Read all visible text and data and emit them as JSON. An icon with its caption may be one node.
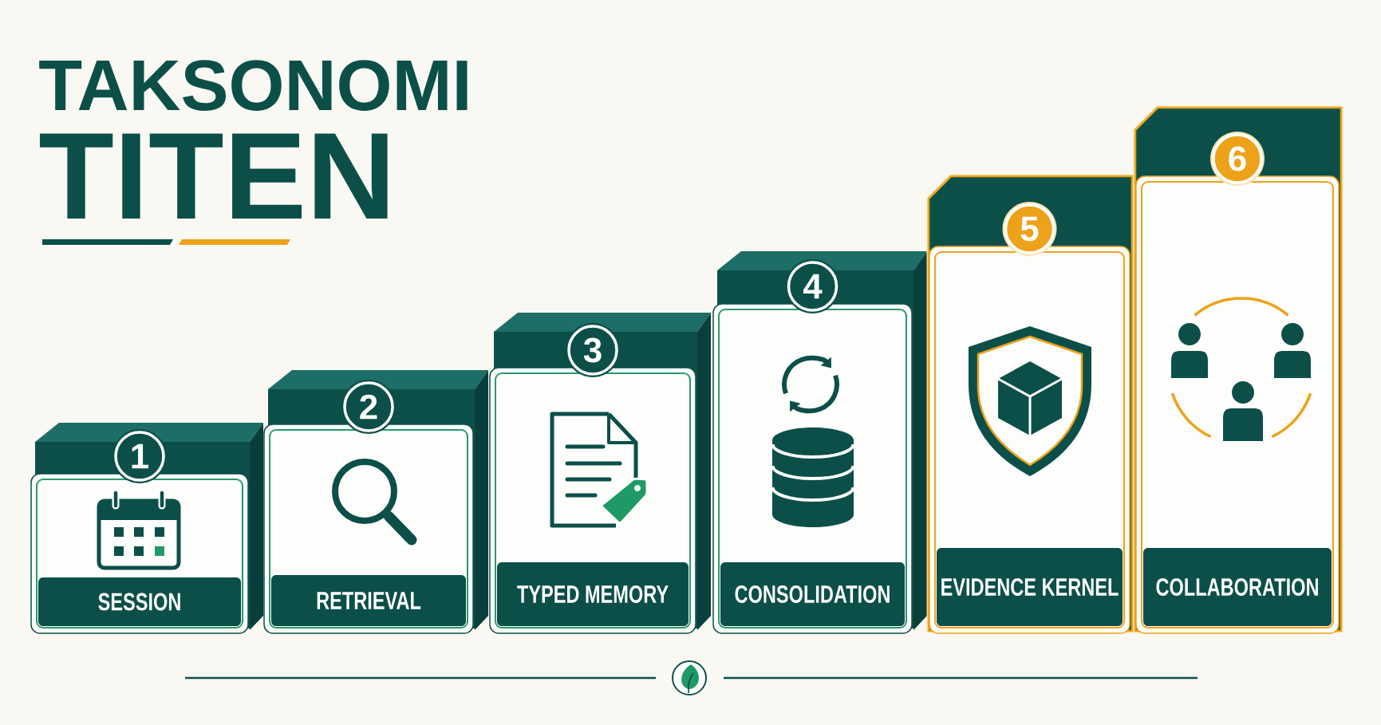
{
  "diagram": {
    "title": "TAKSONOMI TITEN",
    "nodes": [
      {
        "text": [
          "SESSION"
        ]
      },
      {
        "text": [
          "1"
        ],
        "in": 0
      },
      {
        "text": [
          "RETRIEVAL"
        ]
      },
      {
        "text": [
          "2"
        ],
        "in": 2
      },
      {
        "text": [
          "TYPED MEMORY"
        ]
      },
      {
        "text": [
          "3"
        ],
        "in": 4
      },
      {
        "text": [
          "CONSOLIDATION"
        ]
      },
      {
        "text": [
          "4"
        ],
        "in": 6
      },
      {
        "text": [
          "EVIDENCE KERNEL"
        ]
      },
      {
        "text": [
          "5"
        ],
        "in": 8
      },
      {
        "text": [
          "COLLABORATION"
        ]
      },
      {
        "text": [
          "6"
        ],
        "in": 10
      }
    ]
  }
}
